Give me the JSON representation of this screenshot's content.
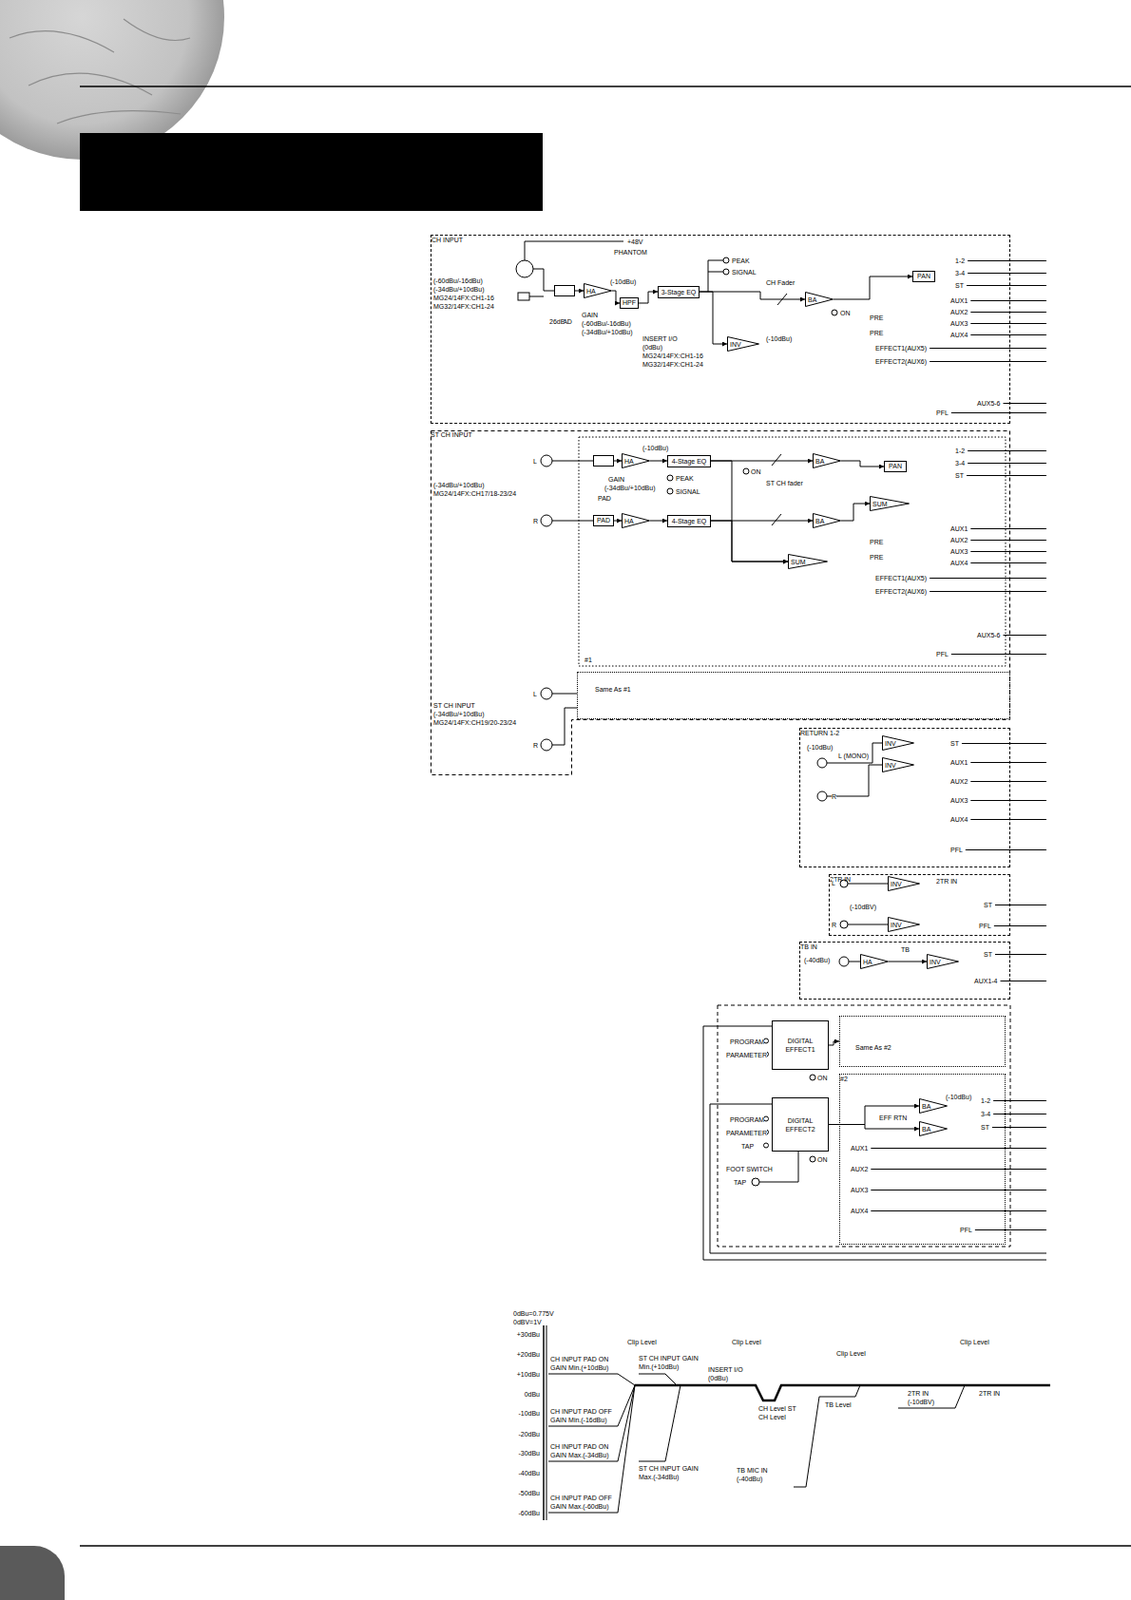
{
  "diagram": {
    "nodes": [
      {
        "text": [
          "CH INPUT"
        ]
      },
      {
        "text": [
          "PAD"
        ],
        "in": 0
      },
      {
        "text": [
          "HA"
        ],
        "in": 0
      },
      {
        "text": [
          "HPF"
        ],
        "in": 0
      },
      {
        "text": [
          "3-Stage EQ"
        ],
        "in": 0
      },
      {
        "text": [
          "INV"
        ],
        "in": 0
      },
      {
        "text": [
          "BA"
        ],
        "in": 0
      },
      {
        "text": [
          "PAN"
        ],
        "in": 0
      },
      {
        "text": [
          "ST CH INPUT"
        ]
      },
      {
        "text": [
          "PAD"
        ],
        "in": 8
      },
      {
        "text": [
          "PAD"
        ],
        "in": 8
      },
      {
        "text": [
          "HA"
        ],
        "in": 8
      },
      {
        "text": [
          "HA"
        ],
        "in": 8
      },
      {
        "text": [
          "4-Stage EQ"
        ],
        "in": 8
      },
      {
        "text": [
          "4-Stage EQ"
        ],
        "in": 8
      },
      {
        "text": [
          "BA"
        ],
        "in": 8
      },
      {
        "text": [
          "BA"
        ],
        "in": 8
      },
      {
        "text": [
          "PAN"
        ],
        "in": 8
      },
      {
        "text": [
          "SUM"
        ],
        "in": 8
      },
      {
        "text": [
          "SUM"
        ],
        "in": 8
      },
      {
        "text": [
          "Same As #1"
        ],
        "in": 8
      },
      {
        "text": [
          "RETURN 1-2"
        ]
      },
      {
        "text": [
          "INV"
        ],
        "in": 21
      },
      {
        "text": [
          "INV"
        ],
        "in": 21
      },
      {
        "text": [
          "2TR IN"
        ]
      },
      {
        "text": [
          "INV"
        ],
        "in": 24
      },
      {
        "text": [
          "INV"
        ],
        "in": 24
      },
      {
        "text": [
          "TB IN"
        ]
      },
      {
        "text": [
          "HA"
        ],
        "in": 27
      },
      {
        "text": [
          "INV"
        ],
        "in": 27
      },
      {
        "text": [
          "DIGITAL EFFECT1"
        ]
      },
      {
        "text": [
          "Same As #2"
        ]
      },
      {
        "text": [
          "DIGITAL EFFECT2"
        ]
      },
      {
        "text": [
          "#2"
        ]
      },
      {
        "text": [
          "BA"
        ],
        "in": 33
      },
      {
        "text": [
          "BA"
        ],
        "in": 33
      }
    ],
    "edges": [
      {
        "from": 1,
        "to": 2,
        "arrow": "to"
      },
      {
        "from": 2,
        "to": 3,
        "arrow": "to"
      },
      {
        "from": 3,
        "to": 4,
        "arrow": "to"
      },
      {
        "from": 4,
        "to": 6,
        "arrow": "to"
      },
      {
        "from": 4,
        "to": 5,
        "arrow": "to"
      },
      {
        "from": 6,
        "to": 7,
        "arrow": "to"
      },
      {
        "from": 9,
        "to": 11,
        "arrow": "to"
      },
      {
        "from": 10,
        "to": 12,
        "arrow": "to"
      },
      {
        "from": 11,
        "to": 13,
        "arrow": "to"
      },
      {
        "from": 12,
        "to": 14,
        "arrow": "to"
      },
      {
        "from": 13,
        "to": 15,
        "arrow": "to"
      },
      {
        "from": 14,
        "to": 16,
        "arrow": "to"
      },
      {
        "from": 15,
        "to": 17,
        "arrow": "to"
      },
      {
        "from": 16,
        "to": 18,
        "arrow": "to"
      },
      {
        "from": 13,
        "to": 19,
        "arrow": "to"
      },
      {
        "from": 14,
        "to": 19,
        "arrow": "to"
      },
      {
        "from": 28,
        "to": 29,
        "arrow": "to"
      },
      {
        "from": 30,
        "to": 31,
        "arrow": "to"
      },
      {
        "from": 32,
        "to": 34,
        "arrow": "to"
      },
      {
        "from": 32,
        "to": 35,
        "arrow": "to"
      }
    ],
    "labels": [
      "+48V",
      "PHANTOM",
      "(-60dBu/-16dBu)",
      "(-34dBu/+10dBu)",
      "MG24/14FX:CH1-16",
      "MG32/14FX:CH1-24",
      "26dB",
      "GAIN",
      "(-60dBu/-16dBu)",
      "(-34dBu/+10dBu)",
      "(-10dBu)",
      "INSERT I/O",
      "(0dBu)",
      "MG24/14FX:CH1-16",
      "MG32/14FX:CH1-24",
      "PEAK",
      "SIGNAL",
      "(-10dBu)",
      "CH Fader",
      "ON",
      "1-2",
      "3-4",
      "ST",
      "PRE",
      "PRE",
      "AUX1",
      "AUX2",
      "AUX3",
      "AUX4",
      "EFFECT1(AUX5)",
      "EFFECT2(AUX6)",
      "AUX5-6",
      "PFL",
      "L",
      "R",
      "(-34dBu/+10dBu)",
      "MG24/14FX:CH17/18-23/24",
      "(-10dBu)",
      "GAIN",
      "(-34dBu/+10dBu)",
      "PEAK",
      "SIGNAL",
      "ON",
      "ST CH fader",
      "1-2",
      "3-4",
      "ST",
      "PRE",
      "PRE",
      "AUX1",
      "AUX2",
      "AUX3",
      "AUX4",
      "EFFECT1(AUX5)",
      "EFFECT2(AUX6)",
      "AUX5-6",
      "PFL",
      "#1",
      "ST CH INPUT",
      "(-34dBu/+10dBu)",
      "MG24/14FX:CH19/20-23/24",
      "L",
      "R",
      "(-10dBu)",
      "L (MONO)",
      "R",
      "ST",
      "AUX1",
      "AUX2",
      "AUX3",
      "AUX4",
      "PFL",
      "(-10dBV)",
      "L",
      "R",
      "2TR IN",
      "ST",
      "PFL",
      "(-40dBu)",
      "TB",
      "ST",
      "AUX1-4",
      "PROGRAM",
      "PARAMETER",
      "ON",
      "PROGRAM",
      "PARAMETER",
      "TAP",
      "ON",
      "FOOT SWITCH",
      "TAP",
      "EFF RTN",
      "(-10dBu)",
      "1-2",
      "3-4",
      "ST",
      "AUX1",
      "AUX2",
      "AUX3",
      "AUX4",
      "PFL",
      "0dBu=0.775V",
      "0dBV=1V",
      "+30dBu",
      "+20dBu",
      "+10dBu",
      "0dBu",
      "-10dBu",
      "-20dBu",
      "-30dBu",
      "-40dBu",
      "-50dBu",
      "-60dBu",
      "Clip Level",
      "CH INPUT PAD ON GAIN Min.(+10dBu)",
      "ST CH INPUT GAIN Min.(+10dBu)",
      "Clip Level",
      "INSERT I/O (0dBu)",
      "Clip Level",
      "Clip Level",
      "CH INPUT PAD OFF GAIN Min.(-16dBu)",
      "CH Level ST CH Level",
      "TB Level",
      "2TR IN (-10dBV)",
      "2TR IN",
      "CH INPUT PAD ON GAIN Max.(-34dBu)",
      "ST CH INPUT GAIN Max.(-34dBu)",
      "TB MIC IN (-40dBu)",
      "CH INPUT PAD OFF GAIN Max.(-60dBu)"
    ]
  }
}
